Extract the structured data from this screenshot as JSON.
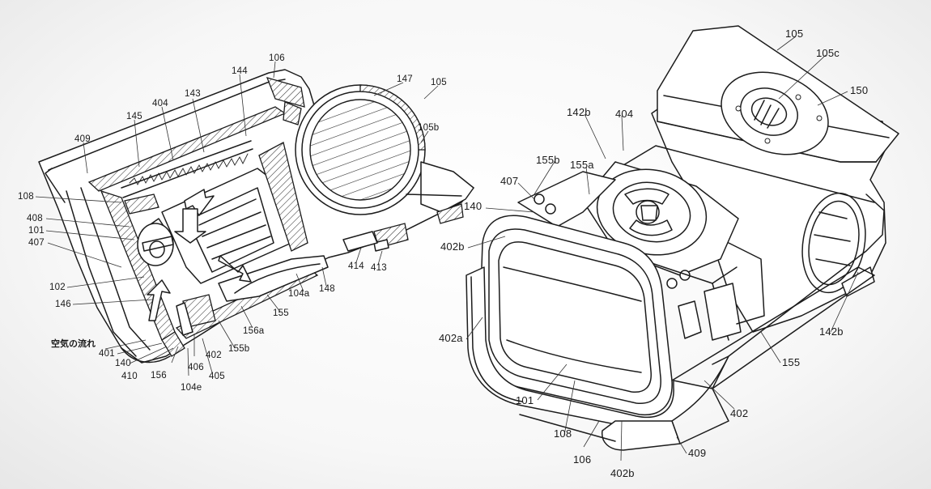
{
  "labels": {
    "left": {
      "l106": "106",
      "l409": "409",
      "l145": "145",
      "l404": "404",
      "l143": "143",
      "l144": "144",
      "l147": "147",
      "l105": "105",
      "l105b": "105b",
      "l108": "108",
      "l408": "408",
      "l101": "101",
      "l407": "407",
      "l102": "102",
      "l146": "146",
      "air_flow": "空気の流れ",
      "l401": "401",
      "l140": "140",
      "l410": "410",
      "l156": "156",
      "l104e": "104e",
      "l406": "406",
      "l405": "405",
      "l402": "402",
      "l155b": "155b",
      "l156a": "156a",
      "l155": "155",
      "l104a": "104a",
      "l148": "148",
      "l414": "414",
      "l413": "413"
    },
    "right": {
      "l105": "105",
      "l105c": "105c",
      "l150": "150",
      "l142b_top": "142b",
      "l404": "404",
      "l155b": "155b",
      "l155a": "155a",
      "l407": "407",
      "l140": "140",
      "l402b_top": "402b",
      "l402a": "402a",
      "l101": "101",
      "l108": "108",
      "l106": "106",
      "l402b_bottom": "402b",
      "l409": "409",
      "l402": "402",
      "l155": "155",
      "l142b_right": "142b"
    }
  }
}
